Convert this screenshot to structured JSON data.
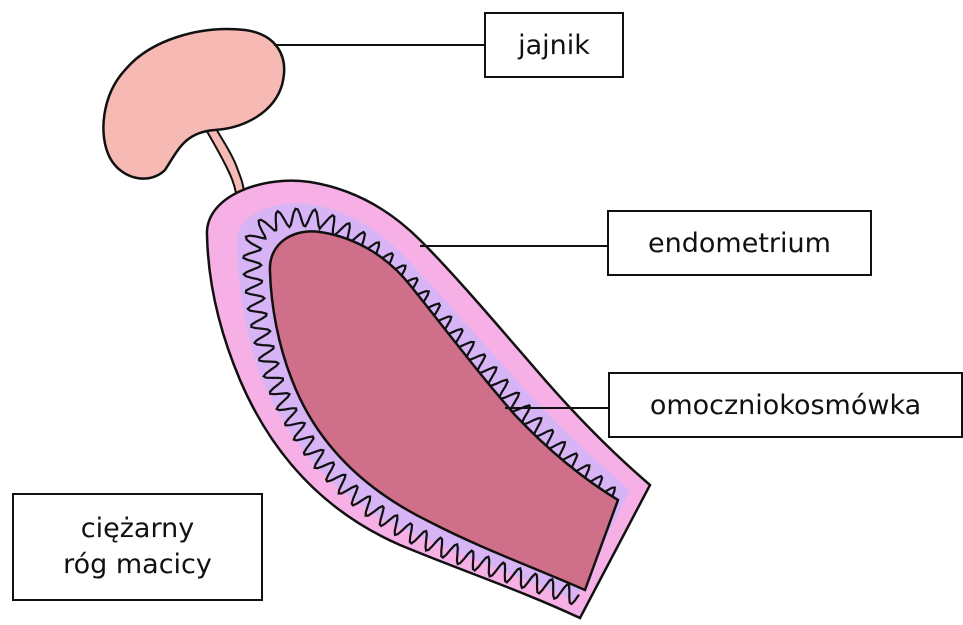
{
  "labels": {
    "ovary": "jajnik",
    "endometrium": "endometrium",
    "chorion": "omoczniokosmówka",
    "uterine_horn_line1": "ciężarny",
    "uterine_horn_line2": "róg macicy"
  },
  "colors": {
    "ovary_fill": "#f6b9b3",
    "outer_wall": "#f6b0e6",
    "endometrium_layer": "#d6b4f5",
    "lumen": "#d06f8a",
    "outline": "#111111"
  }
}
